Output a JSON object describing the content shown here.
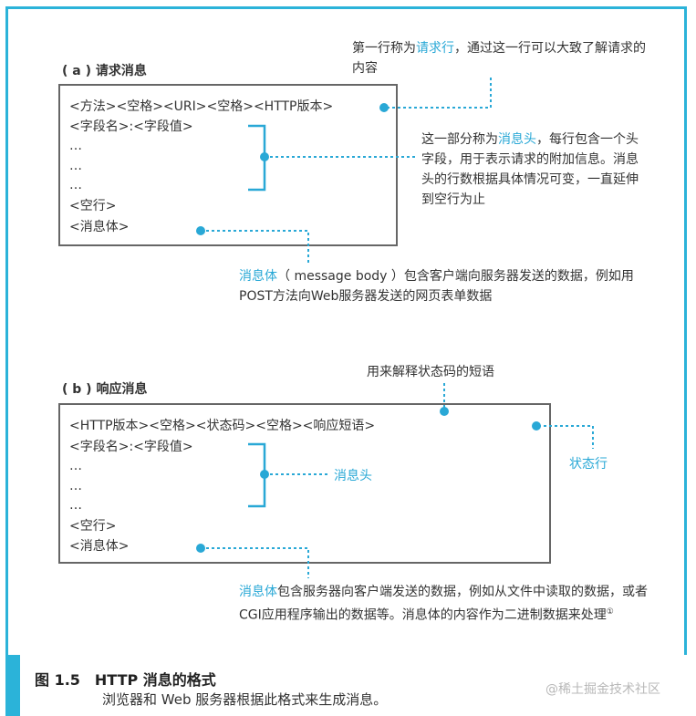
{
  "section_a": {
    "title": "( a ) 请求消息",
    "lines": [
      "<方法><空格><URI><空格><HTTP版本>",
      "<字段名>:<字段值>",
      "…",
      "…",
      "…",
      "<空行>",
      "<消息体>"
    ],
    "note_first_line": {
      "pre": "第一行称为",
      "hl": "请求行",
      "post": "，通过这一行可以大致了解请求的内容"
    },
    "note_header": {
      "pre": "这一部分称为",
      "hl": "消息头",
      "post": "，每行包含一个头字段，用于表示请求的附加信息。消息头的行数根据具体情况可变，一直延伸到空行为止"
    },
    "note_body": {
      "hl": "消息体",
      "post": "（ message body ）包含客户端向服务器发送的数据，例如用POST方法向Web服务器发送的网页表单数据"
    }
  },
  "section_b": {
    "title": "( b ) 响应消息",
    "lines": [
      "<HTTP版本><空格><状态码><空格><响应短语>",
      "<字段名>:<字段值>",
      "…",
      "…",
      "…",
      "<空行>",
      "<消息体>"
    ],
    "note_phrase": "用来解释状态码的短语",
    "label_status_line": "状态行",
    "label_header": "消息头",
    "note_body": {
      "hl": "消息体",
      "post": "包含服务器向客户端发送的数据，例如从文件中读取的数据，或者CGI应用程序输出的数据等。消息体的内容作为二进制数据来处理",
      "sup": "①"
    }
  },
  "caption": {
    "title": "图 1.5　HTTP 消息的格式",
    "subtitle": "浏览器和 Web 服务器根据此格式来生成消息。"
  },
  "watermark": "@稀土掘金技术社区",
  "colors": {
    "accent": "#2bb3d9",
    "text": "#333333",
    "box_border": "#666666"
  }
}
